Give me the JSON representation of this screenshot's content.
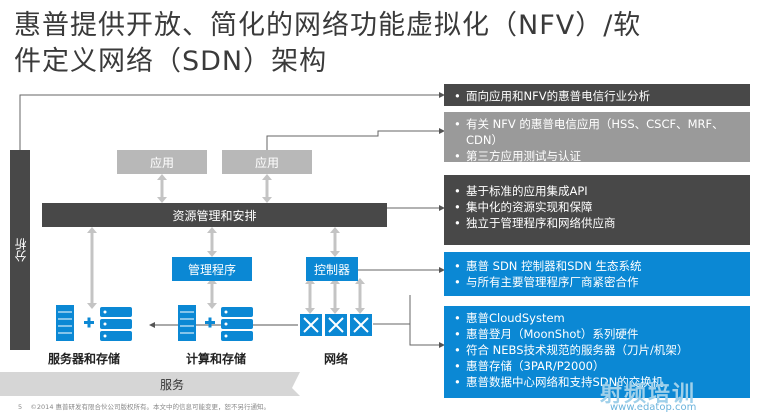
{
  "title": {
    "line1": "惠普提供开放、简化的网络功能虚拟化（NFV）/软",
    "line2": "件定义网络（SDN）架构"
  },
  "diagram": {
    "analysis_label": "分析",
    "app1_label": "应用",
    "app2_label": "应用",
    "resource_bar_label": "资源管理和安排",
    "management_label": "管理程序",
    "controller_label": "控制器",
    "servers_label": "服务器和存储",
    "compute_label": "计算和存储",
    "network_label": "网络",
    "service_label": "服务"
  },
  "panels": {
    "p1": {
      "items": [
        "面向应用和NFV的惠普电信行业分析"
      ]
    },
    "p2": {
      "items": [
        "有关 NFV 的惠普电信应用（HSS、CSCF、MRF、CDN）",
        "第三方应用测试与认证"
      ]
    },
    "p3": {
      "items": [
        "基于标准的应用集成API",
        "集中化的资源实现和保障",
        "独立于管理程序和网络供应商"
      ]
    },
    "p4": {
      "items": [
        "惠普 SDN 控制器和SDN 生态系统",
        "与所有主要管理程序厂商紧密合作"
      ]
    },
    "p5": {
      "items": [
        "惠普CloudSystem",
        "惠普登月（MoonShot）系列硬件",
        "符合 NEBS技术规范的服务器（刀片/机架）",
        "惠普存储（3PAR/P2000）",
        "惠普数据中心网络和支持SDN的交换机"
      ]
    }
  },
  "footer": {
    "page_number": "5",
    "copyright": "©2014 惠普研发有限合伙公司版权所有。本文中的信息可能变更，恕不另行通知。"
  },
  "watermark": {
    "text": "射频培训",
    "url": "www.edatop.com"
  },
  "colors": {
    "dark_gray": "#484848",
    "light_gray": "#b8b8b8",
    "panel_gray": "#9a9a9a",
    "hp_blue": "#0b88d4"
  }
}
